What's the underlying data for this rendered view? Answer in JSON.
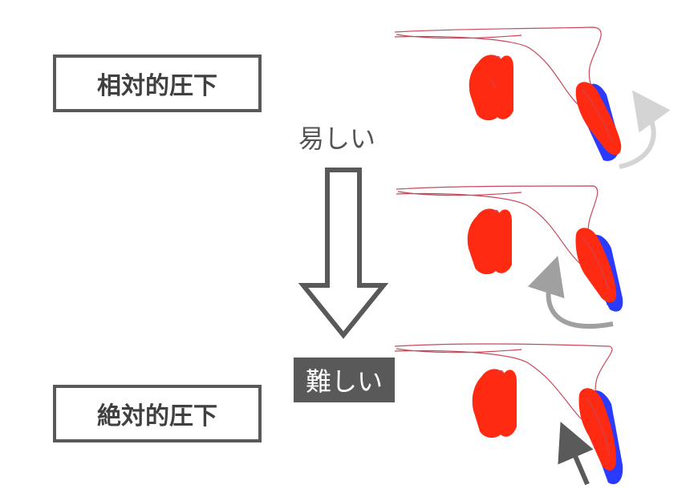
{
  "labels": {
    "relative": "相対的圧下",
    "absolute": "絶対的圧下",
    "easy": "易しい",
    "difficult": "難しい"
  },
  "colors": {
    "tooth": "#ff2a12",
    "bone": "#2a3bff",
    "outline": "#c8485a",
    "arrow_light": "#d4d4d4",
    "arrow_mid": "#a0a0a0",
    "arrow_dark": "#5a5a5a",
    "box_border": "#595959"
  }
}
